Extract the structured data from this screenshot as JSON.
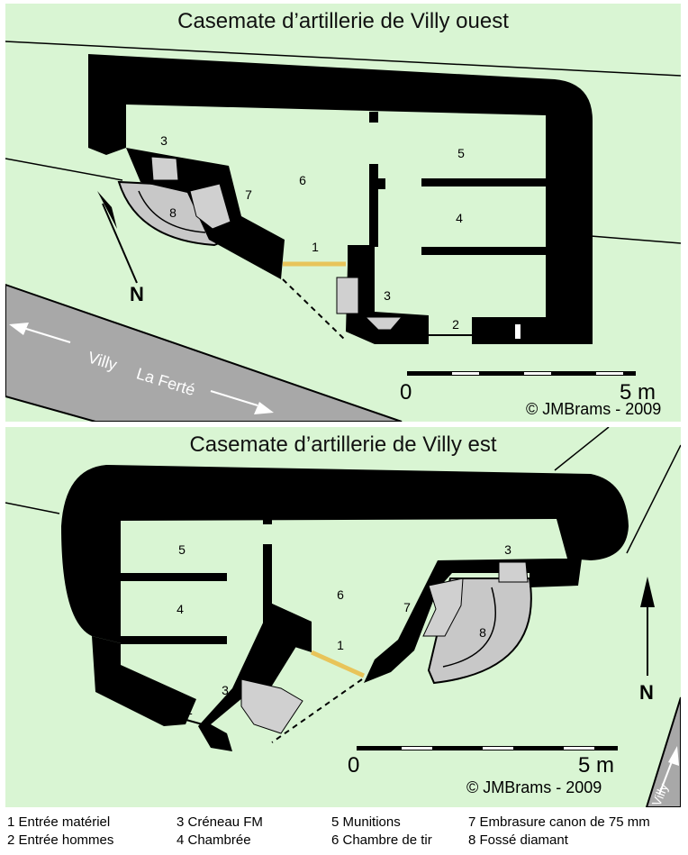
{
  "colors": {
    "grass": "#d9f5d3",
    "wall": "#000000",
    "room": "#ffffff",
    "ditch": "#c8c8c8",
    "road": "#a8a8a8",
    "entrance": "#e8c45a",
    "panel_border": "#ffffff"
  },
  "diagrams": {
    "west": {
      "title": "Casemate d’artillerie de Villy ouest",
      "labels": {
        "l1": "1",
        "l2": "2",
        "l3a": "3",
        "l3b": "3",
        "l4": "4",
        "l5": "5",
        "l6": "6",
        "l7": "7",
        "l8": "8"
      },
      "scale": {
        "start": "0",
        "end": "5 m"
      },
      "copyright": "© JMBrams - 2009",
      "north": "N",
      "road": {
        "left": "Villy",
        "right": "La Ferté"
      }
    },
    "east": {
      "title": "Casemate d’artillerie de Villy est",
      "labels": {
        "l1": "1",
        "l2": "2",
        "l3a": "3",
        "l3b": "3",
        "l4": "4",
        "l5": "5",
        "l6": "6",
        "l7": "7",
        "l8": "8"
      },
      "scale": {
        "start": "0",
        "end": "5 m"
      },
      "copyright": "© JMBrams - 2009",
      "north": "N",
      "road": {
        "label": "Villy"
      }
    }
  },
  "legend": [
    "1 Entrée matériel",
    "2 Entrée hommes",
    "3  Créneau FM",
    "4  Chambrée",
    "5  Munitions",
    "6  Chambre de tir",
    "7  Embrasure canon de 75 mm",
    "8  Fossé diamant"
  ]
}
